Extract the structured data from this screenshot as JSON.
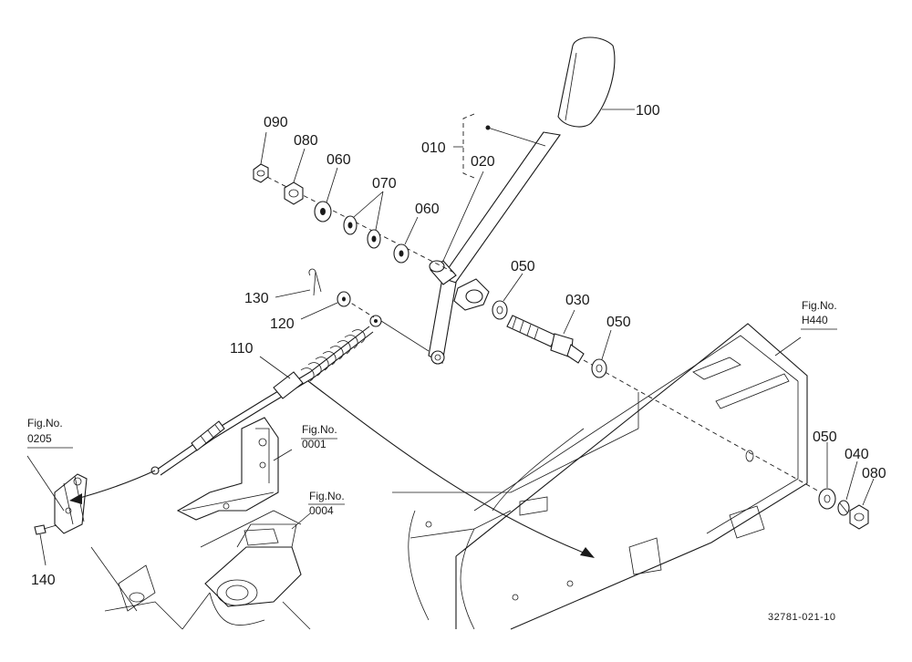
{
  "labels": {
    "p090": "090",
    "p080a": "080",
    "p060a": "060",
    "p070": "070",
    "p060b": "060",
    "p010": "010",
    "p020": "020",
    "p100": "100",
    "p050a": "050",
    "p030": "030",
    "p050b": "050",
    "p130": "130",
    "p120": "120",
    "p110": "110",
    "p050c": "050",
    "p040": "040",
    "p080b": "080",
    "p140": "140"
  },
  "fig_refs": {
    "h440_title": "Fig.No.",
    "h440_num": "H440",
    "f0205_title": "Fig.No.",
    "f0205_num": "0205",
    "f0001_title": "Fig.No.",
    "f0001_num": "0001",
    "f0004_title": "Fig.No.",
    "f0004_num": "0004"
  },
  "drawing_code": "32781-021-10"
}
